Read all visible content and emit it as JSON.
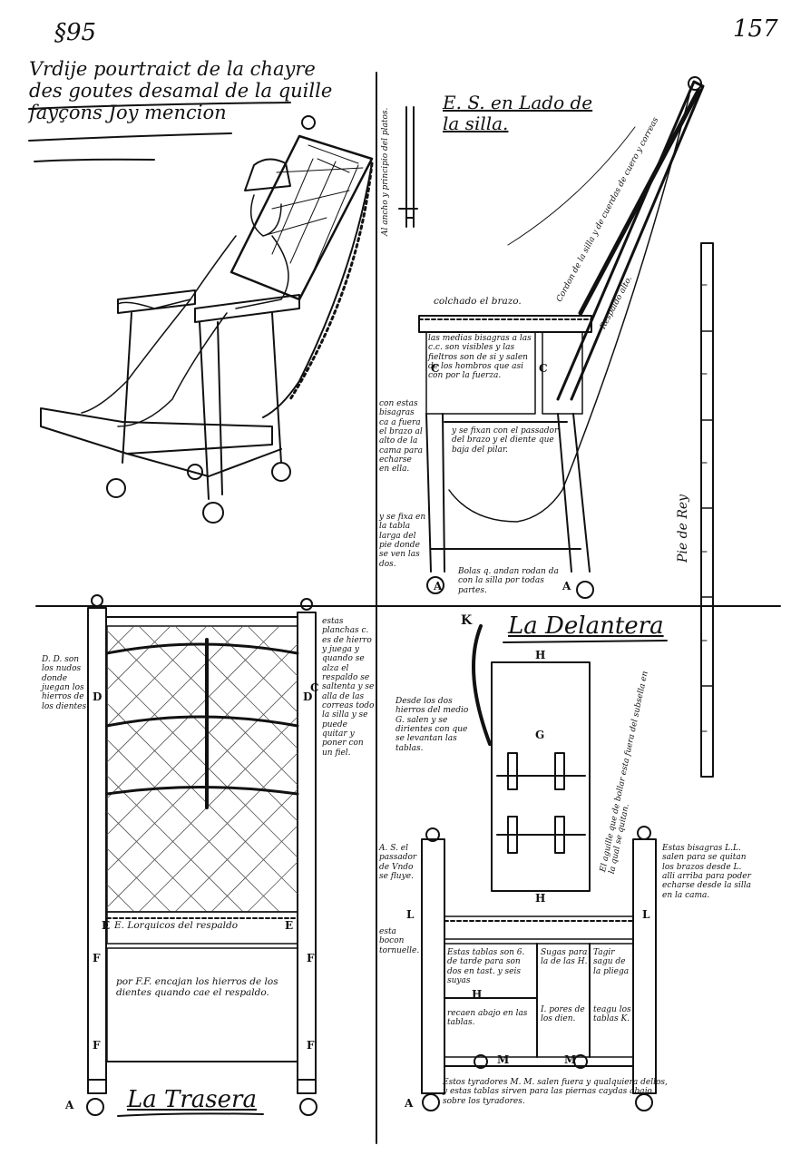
{
  "page": {
    "folio_left": "§95",
    "folio_right": "157"
  },
  "captions": {
    "title": "Vrdije pourtraict de la chayre des goutes desamal de la quille fayçons Joy mencion",
    "lado": "E. S. en Lado de la silla.",
    "delantera": "La Delantera",
    "trasera": "La Trasera"
  },
  "notes": {
    "side_vertical": "Al ancho y principio del platos.",
    "colchado": "colchado el brazo.",
    "medias": "las medias bisagras a las c.c. son visibles y las fieltros son de si y salen de los hombros que asi con por la fuerza.",
    "con_estas": "con estas bisagras ca a fuera el brazo al alto de la cama para echarse en ella.",
    "y_se_fixan": "y se fixan con el passador del brazo y el diente que baja del pilar.",
    "y_se_fixa": "y se fixa en la tabla larga del pie donde se ven las dos.",
    "bolas": "Bolas q. andan rodan da con la silla por todas partes.",
    "cordon": "Cordon de la silla y de cuerdas de cuero y correas",
    "respaldo": "Respaldo alto.",
    "pie": "Pie de Rey",
    "dd_son": "D. D. son los nudos donde juegan los hierros de los dientes.",
    "estas_planchas": "estas planchas c. es de hierro y juega y quando se alza el respaldo se saltenta y se alla de las correas todo la silla y se puede quitar y poner con un fiel.",
    "e_lorquicos": "E. Lorquicos del respaldo",
    "por_ff": "por F.F. encajan los hierros de los dientes quando cae el respaldo.",
    "desde_los": "Desde los dos hierros del medio G. salen y se dirientes con que se levantan las tablas.",
    "el_aguille": "El aguille que de bollar esta fuera del subsella en la qual se quitan.",
    "k": "K",
    "pasador": "A. S. el passador de Vndo se fluye.",
    "esta_bocon": "esta bocon tornuelle.",
    "estas_tablas": "Estas tablas son 6. de tarde para son dos en tast. y seis suyas",
    "sugo": "Sugas para la de las H.",
    "tagir": "Tagir sagu de la pliega",
    "recaen": "recaen abajo en las tablas.",
    "i_pores": "I. pores de los dien.",
    "teagu": "teagu los tablas K.",
    "estas_bisagras": "Estas bisagras L.L. salen para se quitan los brazos desde L. alli arriba para poder echarse desde la silla en la cama.",
    "tyradores": "Estos tyradores M. M. salen fuera y qualquiera dellos, y estas tablas sirven para las piernas caydas abajo sobre los tyradores."
  },
  "letters": [
    "A",
    "A",
    "A",
    "A",
    "C",
    "C",
    "C",
    "D",
    "D",
    "E",
    "E",
    "F",
    "F",
    "F",
    "F",
    "G",
    "H",
    "H",
    "H",
    "L",
    "L",
    "M",
    "M"
  ],
  "colors": {
    "ink": "#111111",
    "paper": "#ffffff"
  }
}
